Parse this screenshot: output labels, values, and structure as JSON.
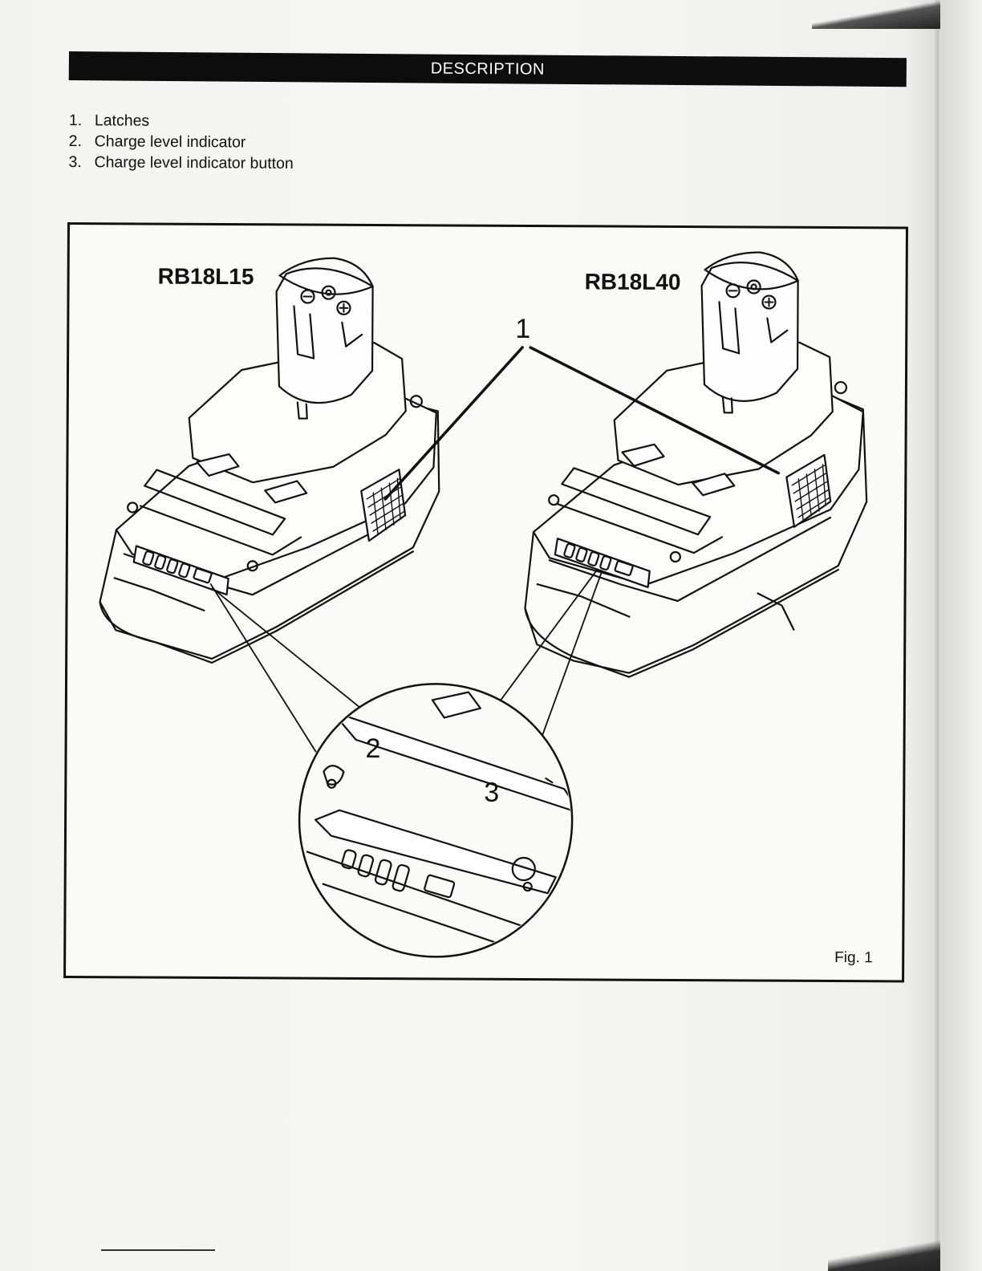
{
  "section": {
    "title": "DESCRIPTION"
  },
  "legend": [
    {
      "num": "1.",
      "label": "Latches"
    },
    {
      "num": "2.",
      "label": "Charge level indicator"
    },
    {
      "num": "3.",
      "label": "Charge level indicator button"
    }
  ],
  "figure": {
    "models": {
      "left": "RB18L15",
      "right": "RB18L40"
    },
    "callouts": {
      "latch": "1",
      "indicator": "2",
      "button": "3"
    },
    "caption": "Fig. 1"
  },
  "colors": {
    "ink": "#111111",
    "paper": "#f7f7f5",
    "bar": "#0d0d0d"
  }
}
